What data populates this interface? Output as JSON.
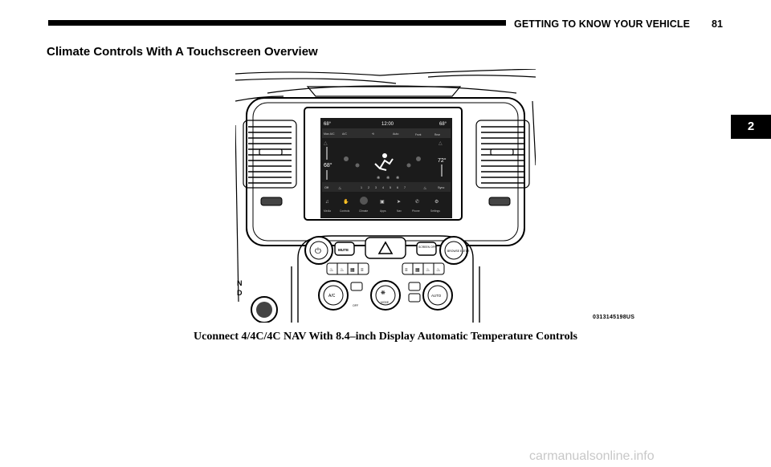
{
  "header": {
    "title": "GETTING TO KNOW YOUR VEHICLE",
    "page_number": "81"
  },
  "section": {
    "title": "Climate Controls With A Touchscreen Overview"
  },
  "chapter_tab": {
    "number": "2"
  },
  "figure": {
    "image_id": "0313145198US",
    "screen": {
      "left_temp_top": "68°",
      "clock": "12:00",
      "right_temp_top": "68°",
      "top_buttons": [
        "Max A/C",
        "A/C",
        "",
        "Auto",
        "Front",
        "Rear"
      ],
      "left_setpoint": "68°",
      "right_setpoint": "72°",
      "off_label": "Off",
      "fan_speeds": [
        "1",
        "2",
        "3",
        "4",
        "5",
        "6",
        "7"
      ],
      "sync_label": "Sync",
      "nav_items": [
        "Media",
        "Controls",
        "Climate",
        "Apps",
        "Nav",
        "Phone",
        "Settings"
      ]
    },
    "panel": {
      "mute_label": "MUTE",
      "screen_off_label": "SCREEN OFF",
      "browse_label": "BROWSE ENTER",
      "ac_label": "A/C",
      "off_label": "OFF",
      "auto_label": "AUTO",
      "mode_label": "MODE"
    }
  },
  "caption": {
    "text": "Uconnect 4/4C/4C NAV With 8.4–inch Display Automatic Temperature Controls"
  },
  "watermark": {
    "text": "carmanualsonline.info"
  }
}
